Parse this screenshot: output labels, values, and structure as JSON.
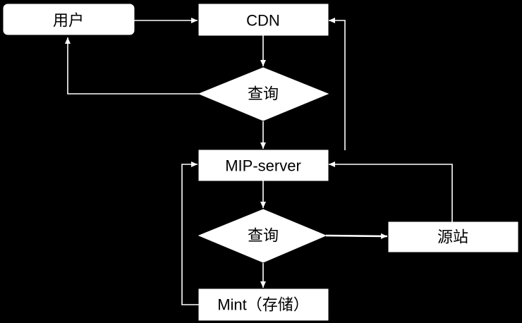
{
  "nodes": {
    "user": "用户",
    "cdn": "CDN",
    "query_top": "查询",
    "mip_server": "MIP-server",
    "query_bottom": "查询",
    "origin": "源站",
    "mint": "Mint（存储）"
  },
  "colors": {
    "background": "#000000",
    "node_fill": "#ffffff",
    "edge": "#ffffff",
    "text": "#000000"
  }
}
